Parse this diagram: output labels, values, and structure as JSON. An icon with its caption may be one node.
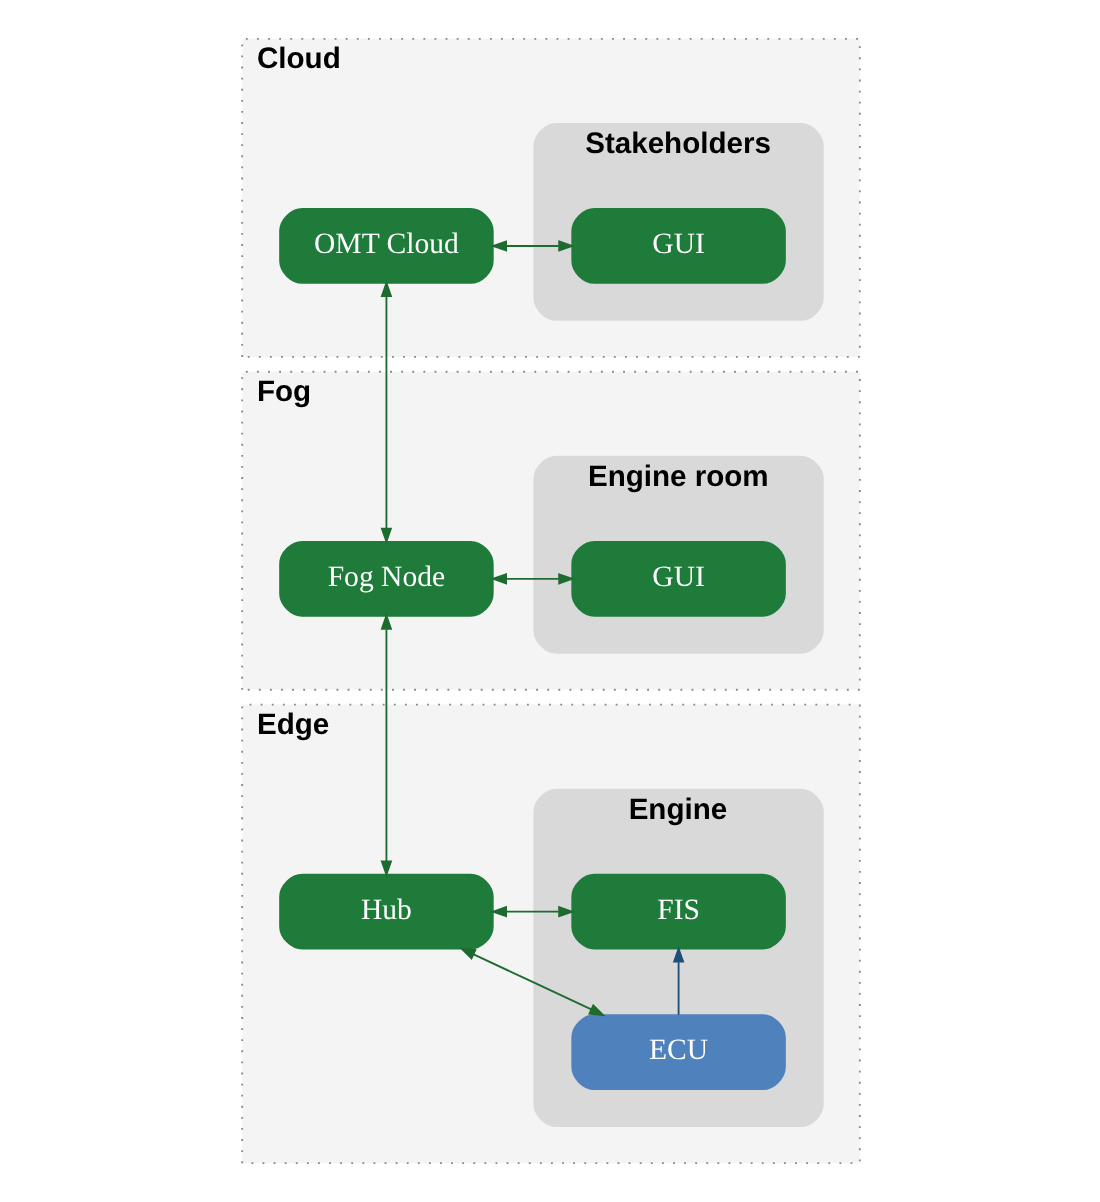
{
  "diagram": {
    "nodes": [
      {
        "text": [
          "Cloud"
        ]
      },
      {
        "text": [
          "OMT Cloud"
        ],
        "in": 0
      },
      {
        "text": [
          "Stakeholders"
        ],
        "in": 0
      },
      {
        "text": [
          "GUI"
        ],
        "in": 2
      },
      {
        "text": [
          "Fog"
        ]
      },
      {
        "text": [
          "Fog Node"
        ],
        "in": 4
      },
      {
        "text": [
          "Engine room"
        ],
        "in": 4
      },
      {
        "text": [
          "GUI"
        ],
        "in": 6
      },
      {
        "text": [
          "Edge"
        ]
      },
      {
        "text": [
          "Hub"
        ],
        "in": 8
      },
      {
        "text": [
          "Engine"
        ],
        "in": 8
      },
      {
        "text": [
          "FIS"
        ],
        "in": 10
      },
      {
        "text": [
          "ECU"
        ],
        "in": 10
      }
    ],
    "edges": [
      {
        "from": 1,
        "to": 3,
        "arrow": "both"
      },
      {
        "from": 1,
        "to": 5,
        "arrow": "both"
      },
      {
        "from": 5,
        "to": 7,
        "arrow": "both"
      },
      {
        "from": 5,
        "to": 9,
        "arrow": "both"
      },
      {
        "from": 9,
        "to": 11,
        "arrow": "both"
      },
      {
        "from": 9,
        "to": 12,
        "arrow": "both"
      },
      {
        "from": 12,
        "to": 11,
        "arrow": "to",
        "color": "#1f4e79"
      }
    ]
  }
}
